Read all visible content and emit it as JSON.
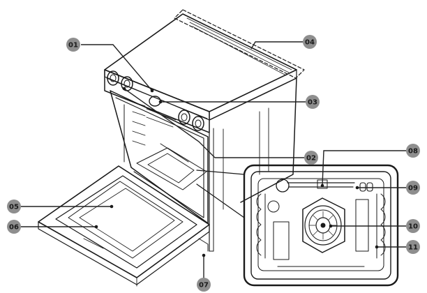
{
  "callouts": [
    {
      "id": "c01",
      "label": "01"
    },
    {
      "id": "c02",
      "label": "02"
    },
    {
      "id": "c03",
      "label": "03"
    },
    {
      "id": "c04",
      "label": "04"
    },
    {
      "id": "c05",
      "label": "05"
    },
    {
      "id": "c06",
      "label": "06"
    },
    {
      "id": "c07",
      "label": "07"
    },
    {
      "id": "c08",
      "label": "08"
    },
    {
      "id": "c09",
      "label": "09"
    },
    {
      "id": "c10",
      "label": "10"
    },
    {
      "id": "c11",
      "label": "11"
    }
  ],
  "colors": {
    "line": "#1a1a1a",
    "badge": "#8e8e8e",
    "background": "#ffffff"
  }
}
